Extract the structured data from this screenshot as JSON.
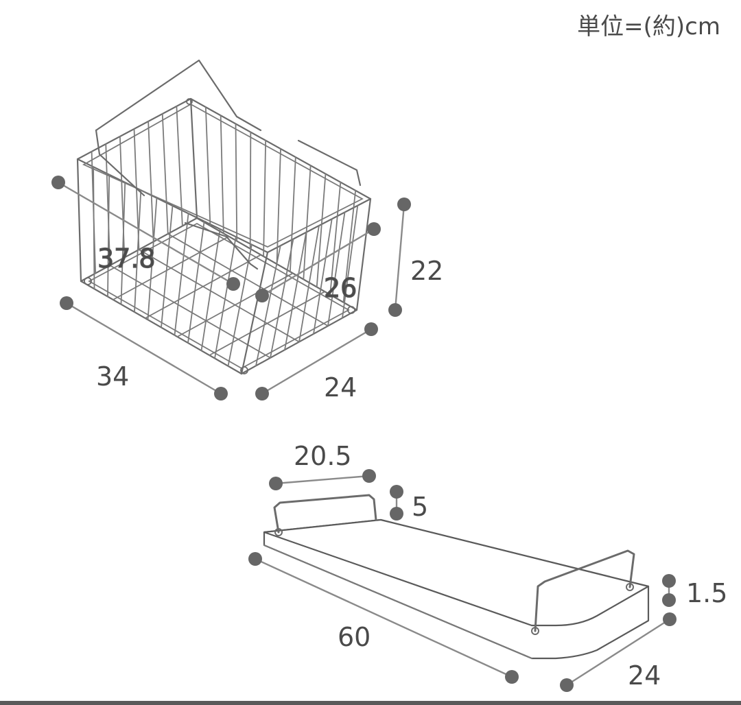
{
  "unit_label": "単位=(約)cm",
  "basket": {
    "diagonal_label": "37.8",
    "depth_label": "26",
    "height_label": "22",
    "length_label": "34",
    "width_label": "24"
  },
  "tray": {
    "rail_length_label": "20.5",
    "rail_height_label": "5",
    "tray_thickness_label": "1.5",
    "tray_length_label": "60",
    "tray_width_label": "24"
  }
}
